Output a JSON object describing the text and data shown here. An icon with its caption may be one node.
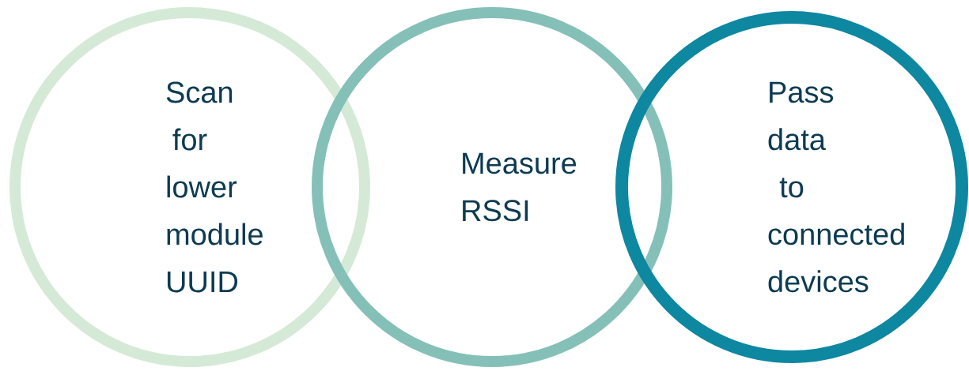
{
  "diagram": {
    "nodes": [
      {
        "text": [
          "Scan for lower module UUID"
        ]
      },
      {
        "text": [
          "Measure RSSI"
        ]
      },
      {
        "text": [
          "Pass data to connected devices"
        ]
      }
    ]
  }
}
